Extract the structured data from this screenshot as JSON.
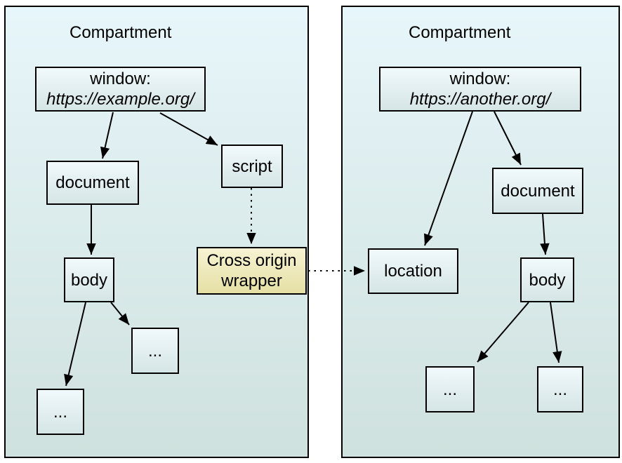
{
  "colors": {
    "border": "#000000",
    "arrow": "#000000",
    "compartment-top": "#e7f6fa",
    "compartment-bottom": "#cfe1de",
    "node-top": "#f1f9fb",
    "node-bottom": "#d5e5e6",
    "wrapper-top": "#f7f3d2",
    "wrapper-bottom": "#e5dfa5"
  },
  "left": {
    "title": "Compartment",
    "nodes": {
      "window": {
        "line1": "window:",
        "line2": "https://example.org/"
      },
      "document": {
        "label": "document"
      },
      "script": {
        "label": "script"
      },
      "body": {
        "label": "body"
      },
      "ellipsis_left": {
        "label": "..."
      },
      "ellipsis_mid": {
        "label": "..."
      },
      "wrapper": {
        "line1": "Cross origin",
        "line2": "wrapper"
      }
    }
  },
  "right": {
    "title": "Compartment",
    "nodes": {
      "window": {
        "line1": "window:",
        "line2": "https://another.org/"
      },
      "location": {
        "label": "location"
      },
      "document": {
        "label": "document"
      },
      "body": {
        "label": "body"
      },
      "ellipsis_left": {
        "label": "..."
      },
      "ellipsis_right": {
        "label": "..."
      }
    }
  }
}
